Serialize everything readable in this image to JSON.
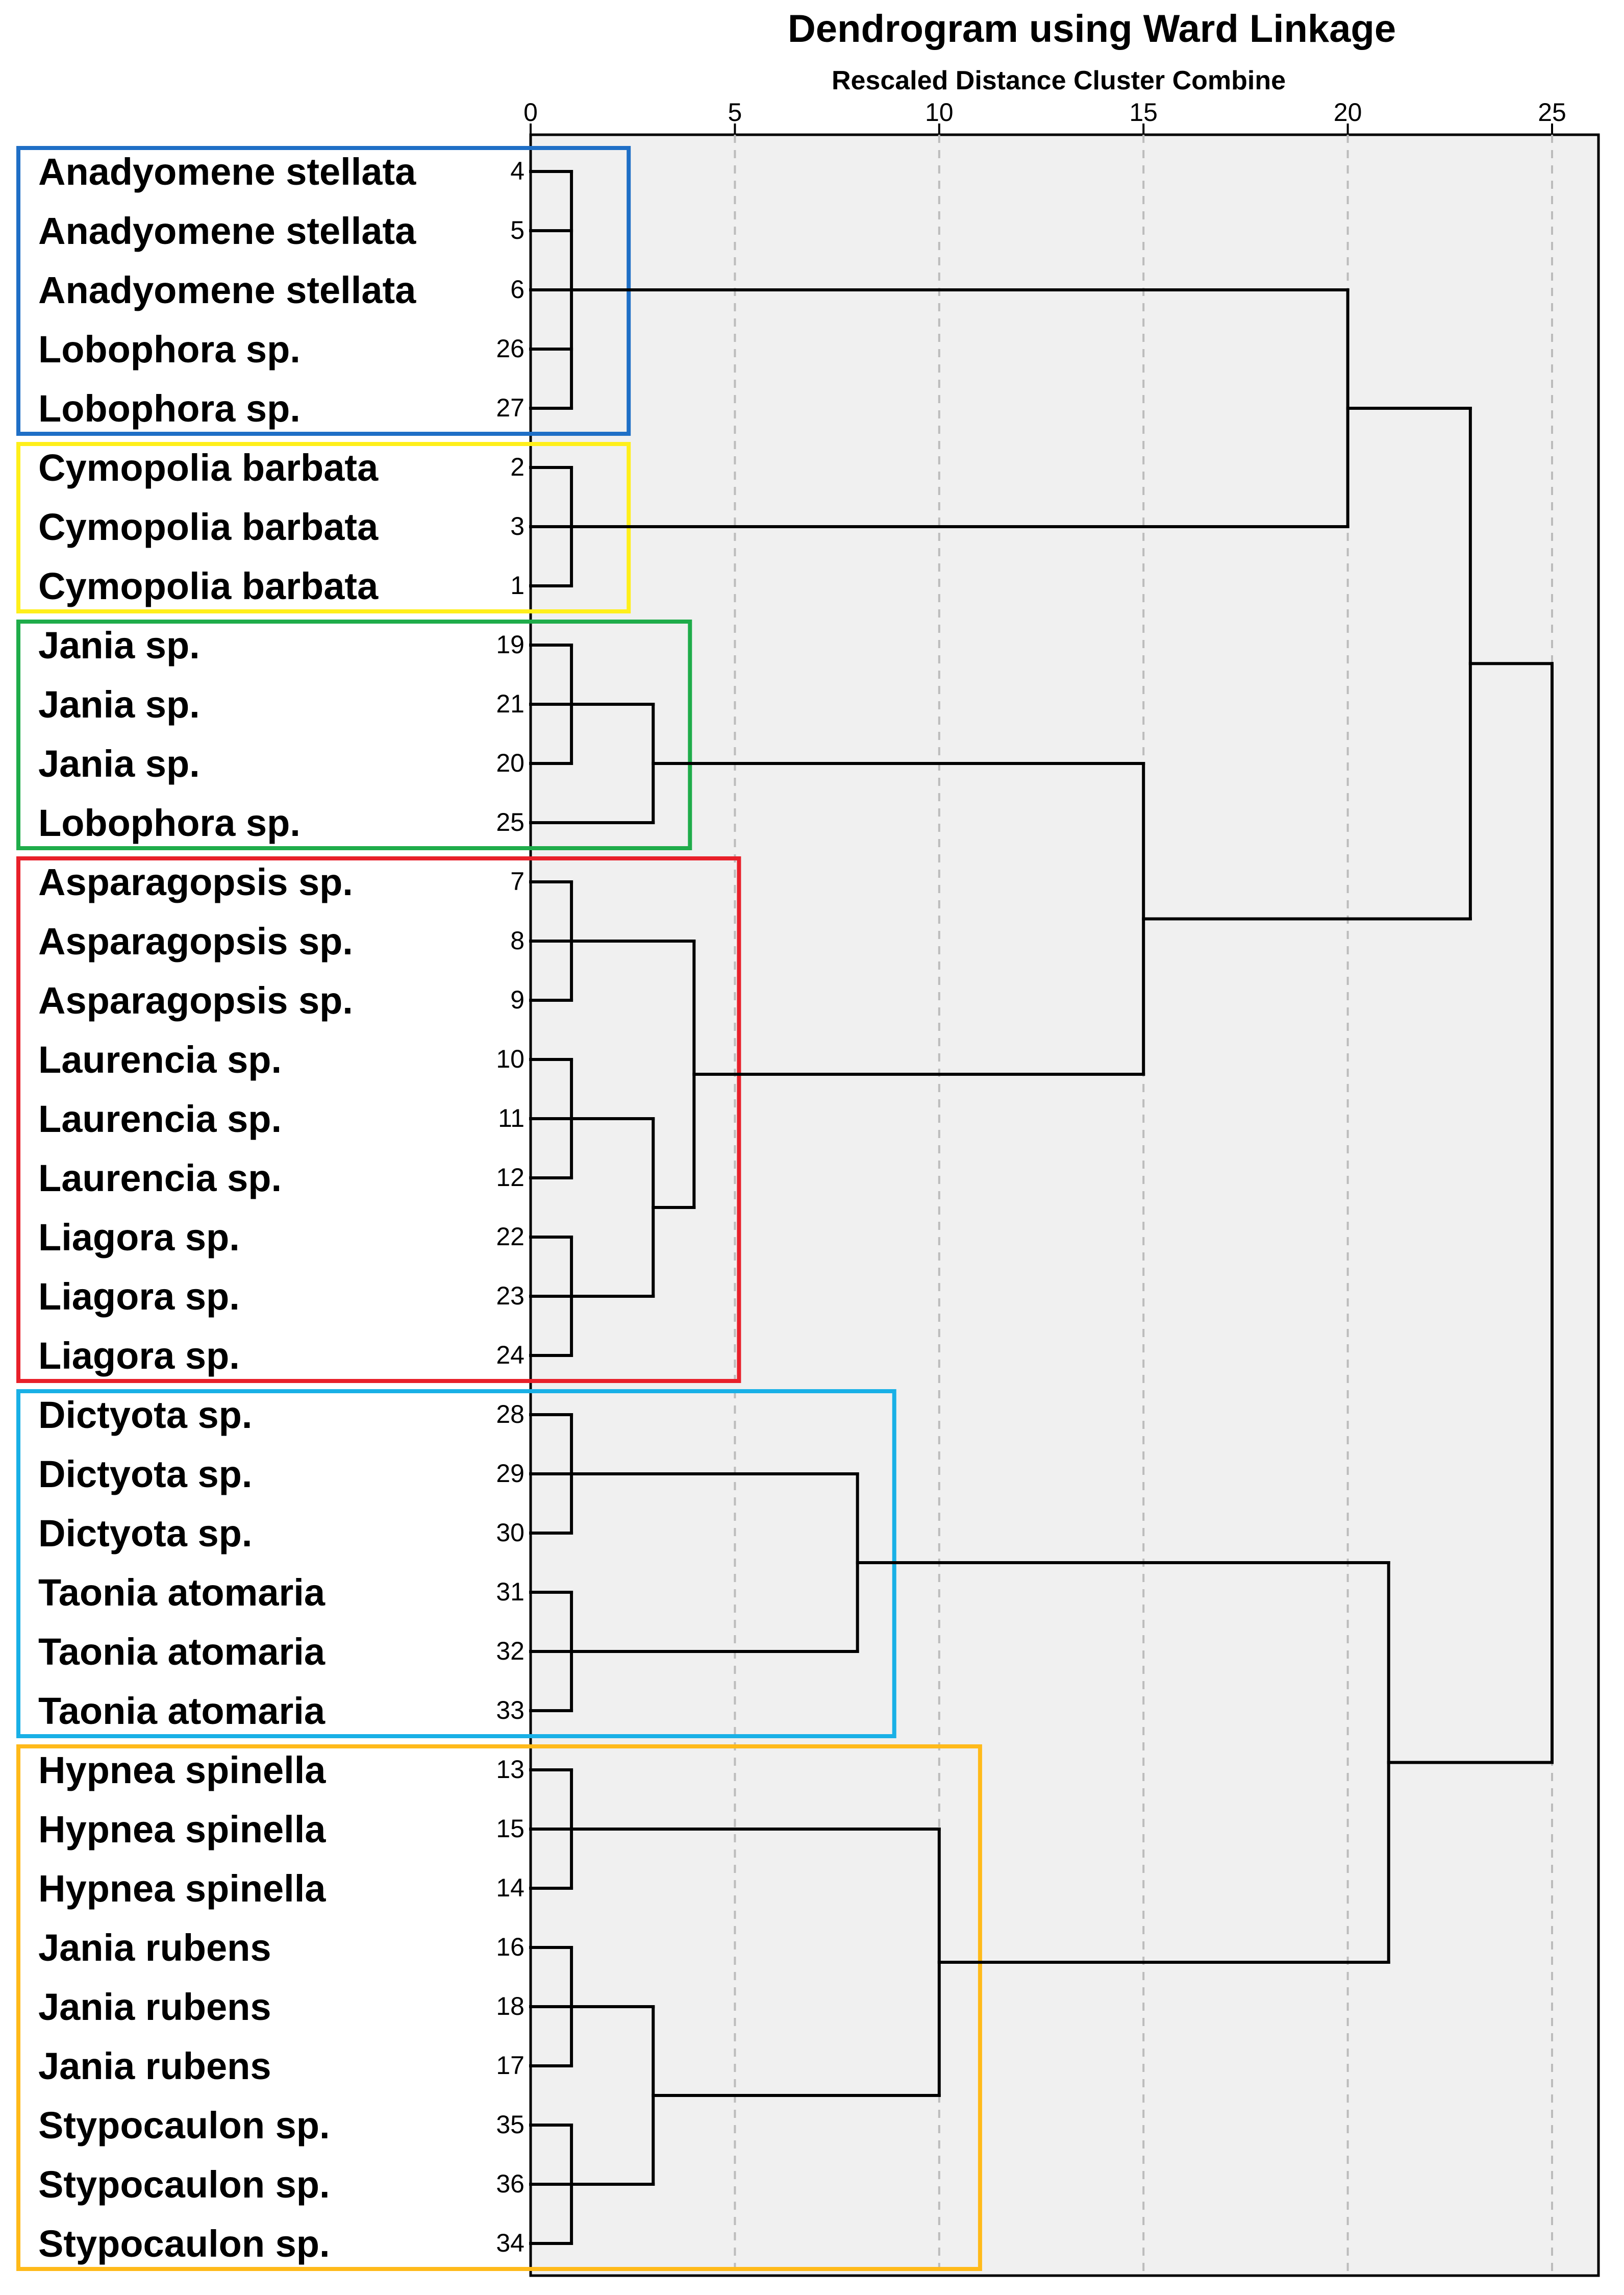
{
  "chart_data": {
    "type": "dendrogram",
    "title": "Dendrogram using Ward Linkage",
    "subtitle": "Rescaled Distance Cluster Combine",
    "xlim": [
      0,
      25
    ],
    "xticks": [
      0,
      5,
      10,
      15,
      20,
      25
    ],
    "grid": true,
    "leaves": [
      {
        "label": "Anadyomene stellata",
        "id": "4"
      },
      {
        "label": "Anadyomene stellata",
        "id": "5"
      },
      {
        "label": "Anadyomene stellata",
        "id": "6"
      },
      {
        "label": "Lobophora sp.",
        "id": "26"
      },
      {
        "label": "Lobophora sp.",
        "id": "27"
      },
      {
        "label": "Cymopolia barbata",
        "id": "2"
      },
      {
        "label": "Cymopolia barbata",
        "id": "3"
      },
      {
        "label": "Cymopolia barbata",
        "id": "1"
      },
      {
        "label": "Jania sp.",
        "id": "19"
      },
      {
        "label": "Jania sp.",
        "id": "21"
      },
      {
        "label": "Jania sp.",
        "id": "20"
      },
      {
        "label": "Lobophora sp.",
        "id": "25"
      },
      {
        "label": "Asparagopsis sp.",
        "id": "7"
      },
      {
        "label": "Asparagopsis sp.",
        "id": "8"
      },
      {
        "label": "Asparagopsis sp.",
        "id": "9"
      },
      {
        "label": "Laurencia sp.",
        "id": "10"
      },
      {
        "label": "Laurencia sp.",
        "id": "11"
      },
      {
        "label": "Laurencia sp.",
        "id": "12"
      },
      {
        "label": "Liagora sp.",
        "id": "22"
      },
      {
        "label": "Liagora sp.",
        "id": "23"
      },
      {
        "label": "Liagora sp.",
        "id": "24"
      },
      {
        "label": "Dictyota sp.",
        "id": "28"
      },
      {
        "label": "Dictyota sp.",
        "id": "29"
      },
      {
        "label": "Dictyota sp.",
        "id": "30"
      },
      {
        "label": "Taonia atomaria",
        "id": "31"
      },
      {
        "label": "Taonia atomaria",
        "id": "32"
      },
      {
        "label": "Taonia atomaria",
        "id": "33"
      },
      {
        "label": "Hypnea spinella",
        "id": "13"
      },
      {
        "label": "Hypnea spinella",
        "id": "15"
      },
      {
        "label": "Hypnea spinella",
        "id": "14"
      },
      {
        "label": "Jania rubens",
        "id": "16"
      },
      {
        "label": "Jania rubens",
        "id": "18"
      },
      {
        "label": "Jania rubens",
        "id": "17"
      },
      {
        "label": "Stypocaulon sp.",
        "id": "35"
      },
      {
        "label": "Stypocaulon sp.",
        "id": "36"
      },
      {
        "label": "Stypocaulon sp.",
        "id": "34"
      }
    ],
    "merges": [
      {
        "members": [
          0,
          1,
          2,
          3,
          4
        ],
        "height": 1
      },
      {
        "members": [
          5,
          6,
          7
        ],
        "height": 1
      },
      {
        "members": [
          8,
          9,
          10
        ],
        "height": 1
      },
      {
        "members": [
          12,
          13,
          14
        ],
        "height": 1
      },
      {
        "members": [
          15,
          16,
          17
        ],
        "height": 1
      },
      {
        "members": [
          18,
          19,
          20
        ],
        "height": 1
      },
      {
        "members": [
          21,
          22,
          23
        ],
        "height": 1
      },
      {
        "members": [
          24,
          25,
          26
        ],
        "height": 1
      },
      {
        "members": [
          27,
          28,
          29
        ],
        "height": 1
      },
      {
        "members": [
          30,
          31,
          32
        ],
        "height": 1
      },
      {
        "members": [
          33,
          34,
          35
        ],
        "height": 1
      },
      {
        "members": [
          "L:2",
          11
        ],
        "height": 3
      },
      {
        "members": [
          "L:4",
          "L:5"
        ],
        "height": 3
      },
      {
        "members": [
          "L:9",
          "L:10"
        ],
        "height": 3
      },
      {
        "members": [
          "L:3",
          "M:12"
        ],
        "height": 4
      },
      {
        "members": [
          "L:6",
          "L:7"
        ],
        "height": 8
      },
      {
        "members": [
          "L:8",
          "M:13"
        ],
        "height": 10
      },
      {
        "members": [
          "M:11",
          "M:14"
        ],
        "height": 15
      },
      {
        "members": [
          "L:0",
          "L:1"
        ],
        "height": 20
      },
      {
        "members": [
          "M:15",
          "M:16"
        ],
        "height": 21
      },
      {
        "members": [
          "M:18",
          "M:17"
        ],
        "height": 23
      },
      {
        "members": [
          "M:20",
          "M:19"
        ],
        "height": 25
      }
    ],
    "groups": [
      {
        "first": 0,
        "last": 4,
        "color": "#1f6fc6",
        "extent": 2.4
      },
      {
        "first": 5,
        "last": 7,
        "color": "#ffef1a",
        "extent": 2.4
      },
      {
        "first": 8,
        "last": 11,
        "color": "#1fac4a",
        "extent": 3.9
      },
      {
        "first": 12,
        "last": 20,
        "color": "#e8202a",
        "extent": 5.1
      },
      {
        "first": 21,
        "last": 26,
        "color": "#19b0e6",
        "extent": 8.9
      },
      {
        "first": 27,
        "last": 35,
        "color": "#ffba1a",
        "extent": 11.0
      }
    ],
    "colors": {
      "plot_background": "#f0f0f0",
      "grid": "#bcbcbc",
      "line": "#000000"
    }
  }
}
